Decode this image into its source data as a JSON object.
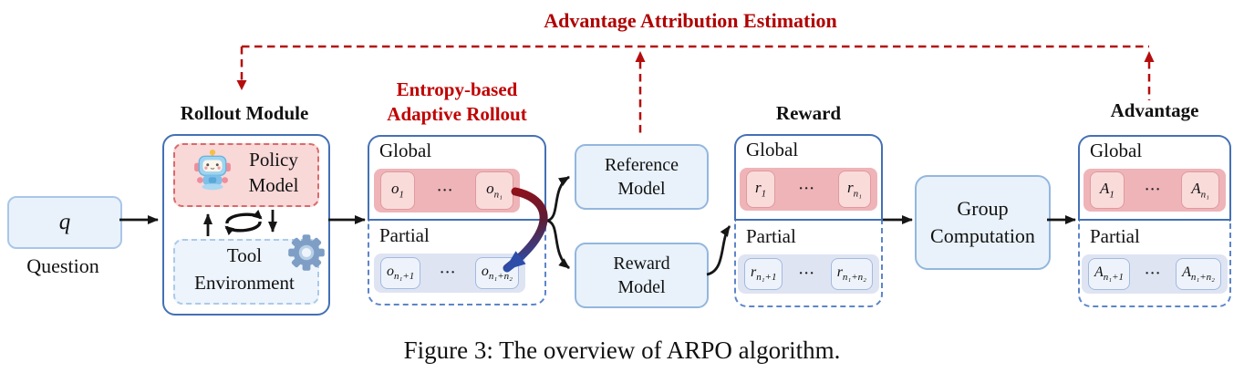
{
  "feedback": {
    "title": "Advantage Attribution Estimation"
  },
  "labels": {
    "rollout_module": "Rollout Module",
    "entropy_line1": "Entropy-based",
    "entropy_line2": "Adaptive Rollout",
    "reward": "Reward",
    "advantage": "Advantage"
  },
  "question": {
    "symbol": "q",
    "caption": "Question"
  },
  "rollout_module": {
    "policy_model": "Policy Model",
    "tool_environment": "Tool Environment"
  },
  "icons": {
    "robot": "cute-robot",
    "gear": "gear",
    "cycle": "agent-environment-loop",
    "arrow_up": "↑",
    "arrow_down": "↓"
  },
  "rollout": {
    "global_label": "Global",
    "partial_label": "Partial",
    "ellipsis": "···",
    "global_tokens": [
      {
        "base": "o",
        "sub": "1"
      },
      {
        "base": "o",
        "sub": "n₁"
      }
    ],
    "partial_tokens": [
      {
        "base": "o",
        "sub": "n₁+1"
      },
      {
        "base": "o",
        "sub": "n₁+n₂"
      }
    ]
  },
  "models": {
    "reference": "Reference Model",
    "reward": "Reward Model"
  },
  "reward": {
    "global_label": "Global",
    "partial_label": "Partial",
    "ellipsis": "···",
    "global_tokens": [
      {
        "base": "r",
        "sub": "1"
      },
      {
        "base": "r",
        "sub": "n₁"
      }
    ],
    "partial_tokens": [
      {
        "base": "r",
        "sub": "n₁+1"
      },
      {
        "base": "r",
        "sub": "n₁+n₂"
      }
    ]
  },
  "group_computation": {
    "label": "Group Computation"
  },
  "advantage": {
    "global_label": "Global",
    "partial_label": "Partial",
    "ellipsis": "···",
    "global_tokens": [
      {
        "base": "A",
        "sub": "1"
      },
      {
        "base": "A",
        "sub": "n₁"
      }
    ],
    "partial_tokens": [
      {
        "base": "A",
        "sub": "n₁+1"
      },
      {
        "base": "A",
        "sub": "n₁+n₂"
      }
    ]
  },
  "caption": "Figure 3: The overview of ARPO algorithm.",
  "colors": {
    "feedback_red": "#b50d0d",
    "entropy_red": "#c00000",
    "box_blue": "#4470b5",
    "dashed_blue": "#5d85c9",
    "light_blue_fill": "#e9f2fb",
    "light_blue_border": "#93b7dd",
    "pink_container": "#efb4b8",
    "pink_token_fill": "#f9dbda",
    "lavender_container": "#dfe4f3",
    "lavender_token_fill": "#eef3fb",
    "gradient_arrow_start": "#921019",
    "gradient_arrow_end": "#2d4da8"
  }
}
